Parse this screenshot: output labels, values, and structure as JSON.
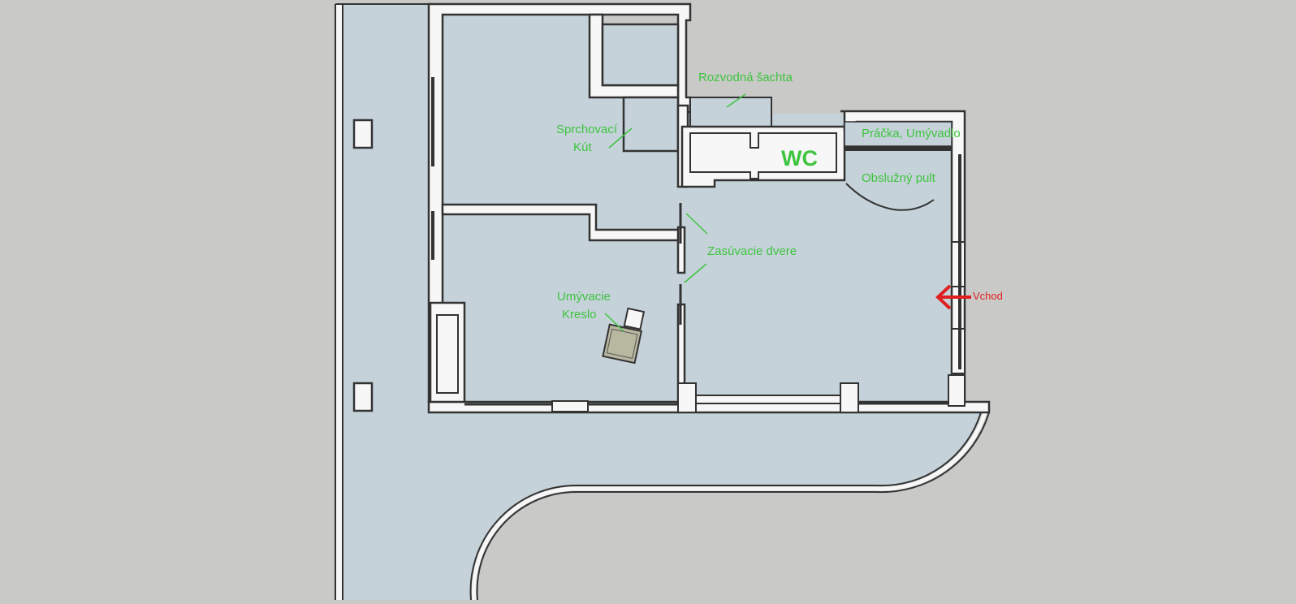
{
  "colors": {
    "background": "#c9c9c7",
    "floor": "#c5d2da",
    "wall_fill": "#f7f7f7",
    "wall_stroke": "#333333",
    "label_green": "#3ec43e",
    "label_red": "#e02020",
    "chair": "#b8b8a0"
  },
  "labels": {
    "rozvodna_sachta": "Rozvodná šachta",
    "sprchovaci_line1": "Sprchovací",
    "sprchovaci_line2": "Kút",
    "wc": "WC",
    "pracka": "Práčka, Umývadlo",
    "obsluzny_pult": "Obslužný pult",
    "zasuvacie_dvere": "Zasúvacie dvere",
    "umyvacie_line1": "Umývacie",
    "umyvacie_line2": "Kreslo",
    "vchod": "Vchod"
  },
  "icons": {
    "entrance_arrow": "arrow-left-icon",
    "chair": "chair-icon"
  }
}
